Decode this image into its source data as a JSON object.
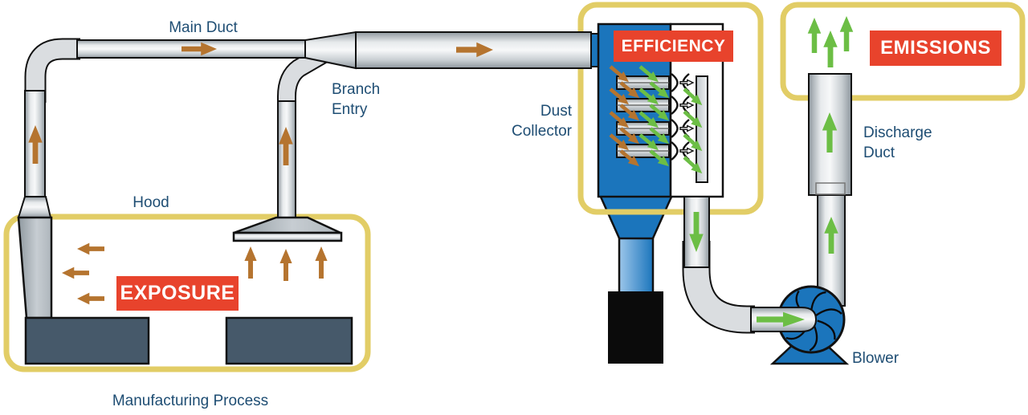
{
  "diagram": {
    "labels": {
      "main_duct": "Main Duct",
      "branch_entry_line1": "Branch",
      "branch_entry_line2": "Entry",
      "hood": "Hood",
      "dust_collector_line1": "Dust",
      "dust_collector_line2": "Collector",
      "manufacturing_process": "Manufacturing Process",
      "discharge_duct_line1": "Discharge",
      "discharge_duct_line2": "Duct",
      "blower": "Blower"
    },
    "badges": {
      "exposure": "EXPOSURE",
      "efficiency": "EFFICIENCY",
      "emissions": "EMISSIONS"
    },
    "colors": {
      "badge_red": "#E8432C",
      "accent_yellow": "#E2CD66",
      "label_navy": "#1E4D73",
      "dirty_air_brown": "#B5742F",
      "clean_air_green": "#6CBE45",
      "equipment_blue": "#1B75BC",
      "machine_slate": "#46596A"
    }
  }
}
